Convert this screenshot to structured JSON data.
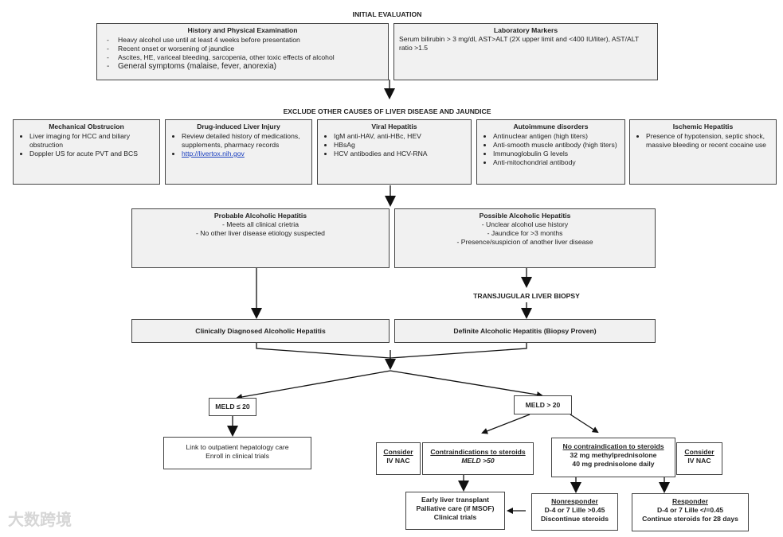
{
  "initial_evaluation": "INITIAL EVALUATION",
  "history": {
    "title": "History and Physical Examination",
    "items": [
      "Heavy alcohol use until at least 4 weeks before presentation",
      "Recent onset or worsening of jaundice",
      "Ascites, HE, variceal bleeding, sarcopenia, other toxic effects of alcohol",
      "General symptoms (malaise, fever, anorexia)"
    ]
  },
  "lab": {
    "title": "Laboratory Markers",
    "text": "Serum bilirubin > 3 mg/dl, AST>ALT (2X upper limit and <400 IU/liter), AST/ALT ratio >1.5"
  },
  "exclude": "EXCLUDE OTHER CAUSES OF LIVER DISEASE AND JAUNDICE",
  "causes": [
    {
      "title": "Mechanical Obstrucion",
      "items": [
        "Liver imaging for HCC and biliary obstruction",
        "Doppler US for acute PVT and BCS"
      ]
    },
    {
      "title": "Drug-induced Liver Injury",
      "items": [
        "Review detailed history of medications, supplements, pharmacy records",
        "http://livertox.nih.gov"
      ]
    },
    {
      "title": "Viral Hepatitis",
      "items": [
        "IgM anti-HAV, anti-HBc, HEV",
        "HBsAg",
        "HCV antibodies and HCV-RNA"
      ]
    },
    {
      "title": "Autoimmune disorders",
      "items": [
        "Antinuclear antigen (high titers)",
        "Anti-smooth muscle antibody (high titers)",
        "Immunoglobulin G levels",
        "Anti-mitochondrial antibody"
      ]
    },
    {
      "title": "Ischemic Hepatitis",
      "items": [
        "Presence of hypotension, septic shock, massive bleeding or recent cocaine use"
      ]
    }
  ],
  "probable": {
    "title": "Probable Alcoholic Hepatitis",
    "items": [
      "Meets all clinical crietria",
      "No other liver disease etiology suspected"
    ]
  },
  "possible": {
    "title": "Possible Alcoholic Hepatitis",
    "items": [
      "Unclear alcohol use history",
      "Jaundice for >3 months",
      "Presence/suspicion of another liver disease"
    ]
  },
  "biopsy": "TRANSJUGULAR LIVER BIOPSY",
  "clinically": "Clinically Diagnosed Alcoholic Hepatitis",
  "definite": "Definite Alcoholic Hepatitis (Biopsy Proven)",
  "meld_low": "MELD ≤ 20",
  "meld_high": "MELD > 20",
  "outpatient": [
    "Link to outpatient hepatology care",
    "Enroll in clinical trials"
  ],
  "consider_left": [
    "Consider",
    "IV NAC"
  ],
  "contra": {
    "title": "Contraindications to steroids",
    "sub": "MELD >50"
  },
  "no_contra": {
    "title": "No contraindication to steroids",
    "lines": [
      "32 mg methylprednisolone",
      "40 mg prednisolone daily"
    ]
  },
  "consider_right": [
    "Consider",
    "IV NAC"
  ],
  "early": [
    "Early liver transplant",
    "Palliative care (if MSOF)",
    "Clinical trials"
  ],
  "nonresponder": {
    "title": "Nonresponder",
    "lines": [
      "D-4 or 7 Lille >0.45",
      "Discontinue steroids"
    ]
  },
  "responder": {
    "title": "Responder",
    "lines": [
      "D-4 or 7 Lille </=0.45",
      "Continue steroids for 28 days"
    ]
  },
  "watermark": "大数跨境"
}
